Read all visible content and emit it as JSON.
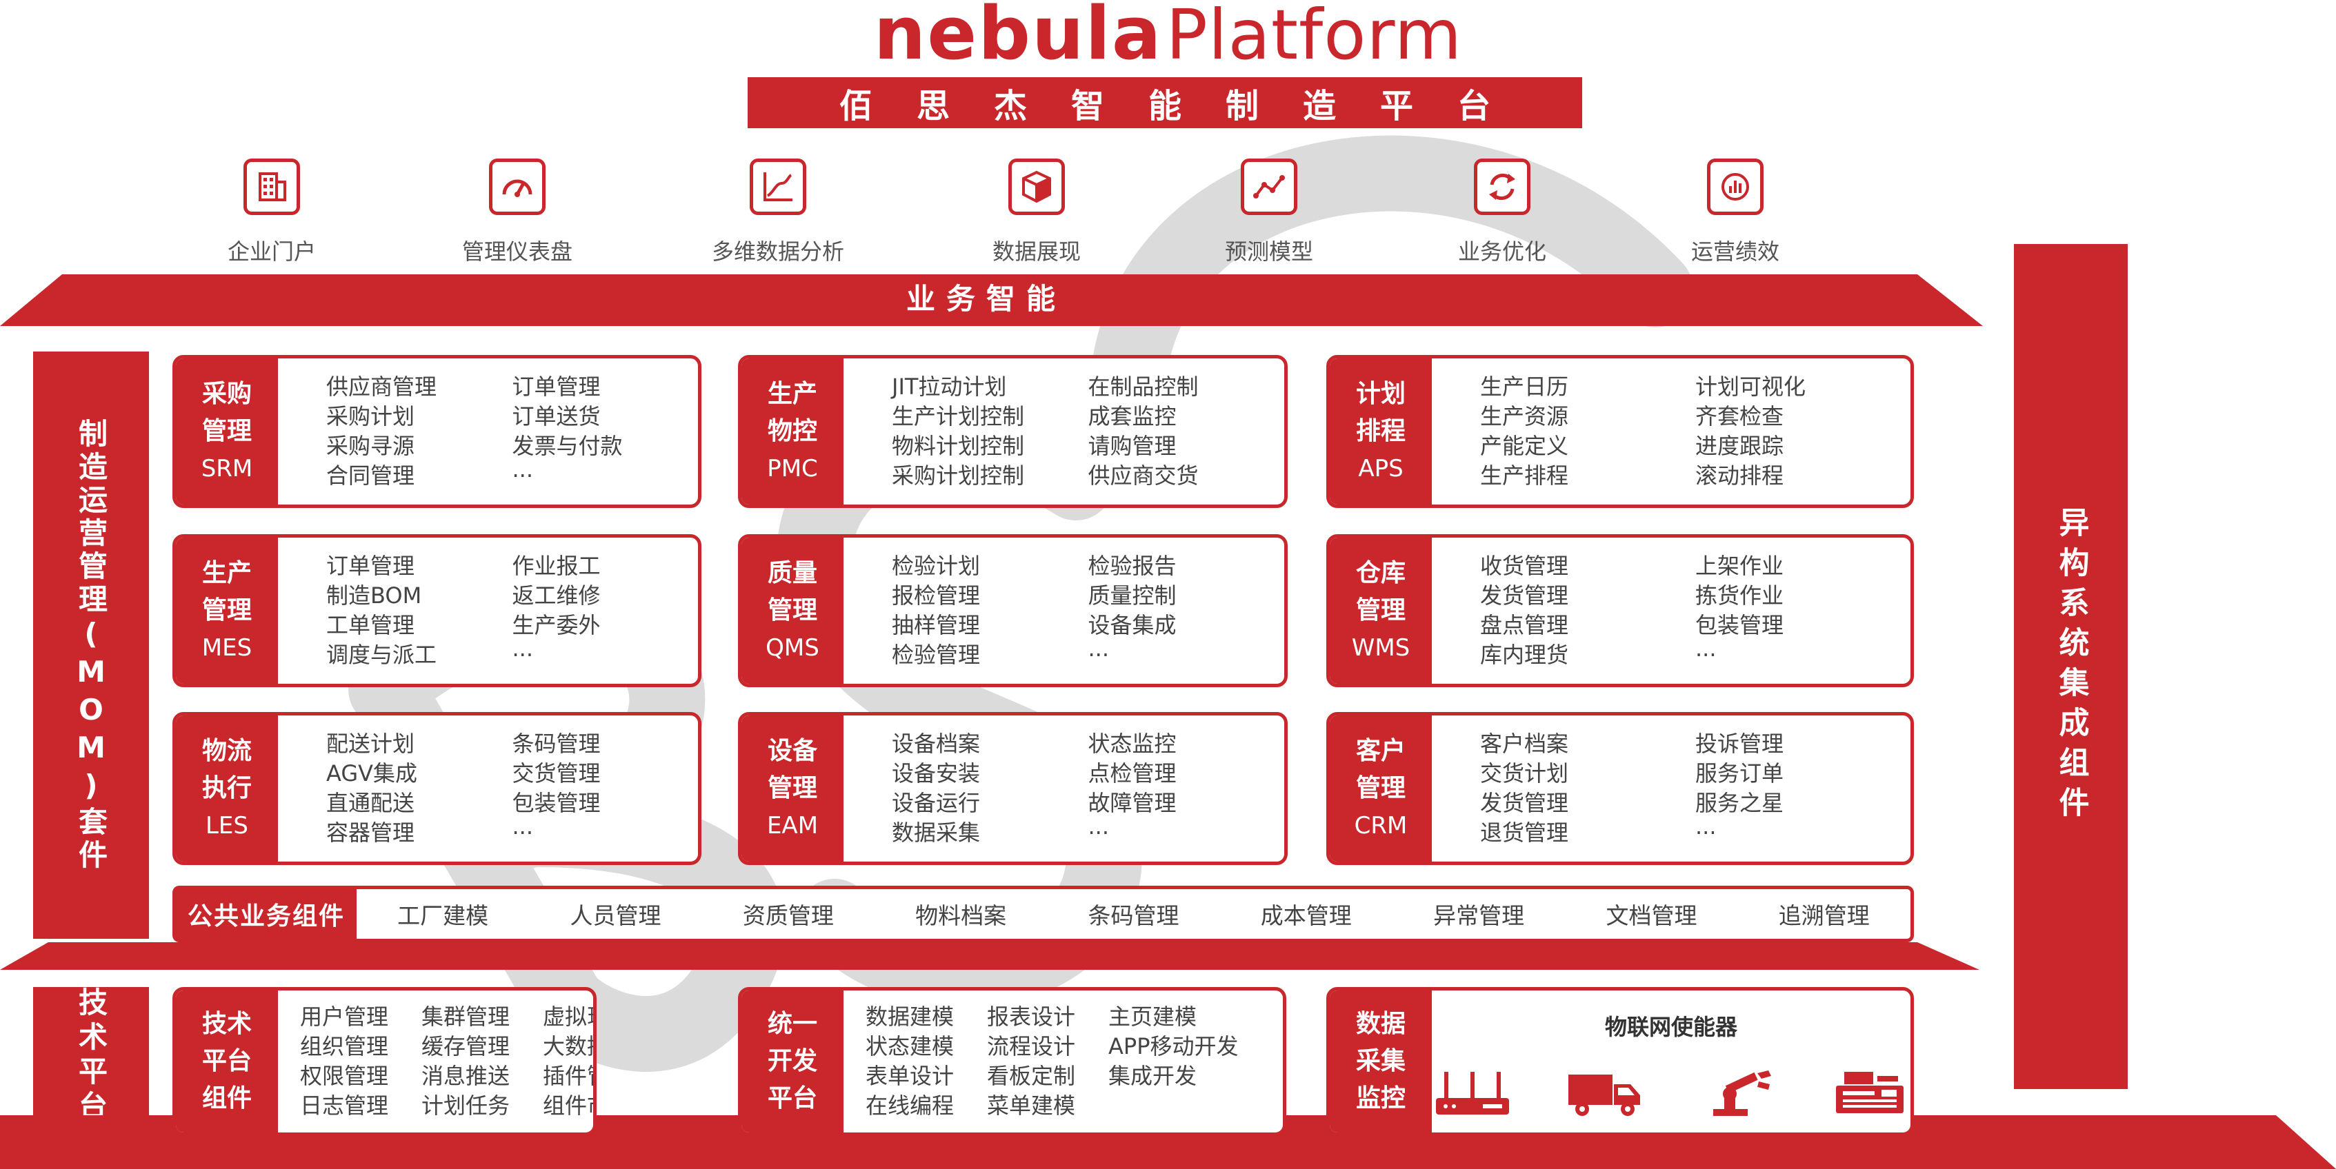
{
  "header": {
    "title_bold": "nebula",
    "title_light": "Platform",
    "subtitle": "佰思杰智能制造平台"
  },
  "bi": {
    "label": "业务智能",
    "items": [
      {
        "label": "企业门户",
        "icon": "building-icon"
      },
      {
        "label": "管理仪表盘",
        "icon": "gauge-icon"
      },
      {
        "label": "多维数据分析",
        "icon": "line-chart-icon"
      },
      {
        "label": "数据展现",
        "icon": "cube-icon"
      },
      {
        "label": "预测模型",
        "icon": "trend-icon"
      },
      {
        "label": "业务优化",
        "icon": "refresh-icon"
      },
      {
        "label": "运营绩效",
        "icon": "bar-circle-icon"
      }
    ]
  },
  "mom": {
    "label": "制造运营管理(MOM)套件"
  },
  "hetero": {
    "label": "异构系统集成组件"
  },
  "modules": [
    {
      "name": "采购\n管理",
      "code": "SRM",
      "items": [
        "供应商管理",
        "订单管理",
        "采购计划",
        "订单送货",
        "采购寻源",
        "发票与付款",
        "合同管理",
        "···"
      ]
    },
    {
      "name": "生产\n物控",
      "code": "PMC",
      "items": [
        "JIT拉动计划",
        "在制品控制",
        "生产计划控制",
        "成套监控",
        "物料计划控制",
        "请购管理",
        "采购计划控制",
        "供应商交货"
      ]
    },
    {
      "name": "计划\n排程",
      "code": "APS",
      "items": [
        "生产日历",
        "计划可视化",
        "生产资源",
        "齐套检查",
        "产能定义",
        "进度跟踪",
        "生产排程",
        "滚动排程"
      ]
    },
    {
      "name": "生产\n管理",
      "code": "MES",
      "items": [
        "订单管理",
        "作业报工",
        "制造BOM",
        "返工维修",
        "工单管理",
        "生产委外",
        "调度与派工",
        "···"
      ]
    },
    {
      "name": "质量\n管理",
      "code": "QMS",
      "items": [
        "检验计划",
        "检验报告",
        "报检管理",
        "质量控制",
        "抽样管理",
        "设备集成",
        "检验管理",
        "···"
      ]
    },
    {
      "name": "仓库\n管理",
      "code": "WMS",
      "items": [
        "收货管理",
        "上架作业",
        "发货管理",
        "拣货作业",
        "盘点管理",
        "包装管理",
        "库内理货",
        "···"
      ]
    },
    {
      "name": "物流\n执行",
      "code": "LES",
      "items": [
        "配送计划",
        "条码管理",
        "AGV集成",
        "交货管理",
        "直通配送",
        "包装管理",
        "容器管理",
        "···"
      ]
    },
    {
      "name": "设备\n管理",
      "code": "EAM",
      "items": [
        "设备档案",
        "状态监控",
        "设备安装",
        "点检管理",
        "设备运行",
        "故障管理",
        "数据采集",
        "···"
      ]
    },
    {
      "name": "客户\n管理",
      "code": "CRM",
      "items": [
        "客户档案",
        "投诉管理",
        "交货计划",
        "服务订单",
        "发货管理",
        "服务之星",
        "退货管理",
        "···"
      ]
    }
  ],
  "public": {
    "title": "公共业务组件",
    "items": [
      "工厂建模",
      "人员管理",
      "资质管理",
      "物料档案",
      "条码管理",
      "成本管理",
      "异常管理",
      "文档管理",
      "追溯管理"
    ]
  },
  "tech": {
    "label": "技术平台",
    "tech_components": {
      "name": "技术\n平台\n组件",
      "items": [
        "用户管理",
        "集群管理",
        "虚拟现实",
        "组织管理",
        "缓存管理",
        "大数据支持",
        "权限管理",
        "消息推送",
        "插件管理",
        "日志管理",
        "计划任务",
        "组件市场"
      ]
    },
    "unified_dev": {
      "name": "统一\n开发\n平台",
      "items": [
        "数据建模",
        "报表设计",
        "主页建模",
        "状态建模",
        "流程设计",
        "APP移动开发",
        "表单设计",
        "看板定制",
        "集成开发",
        "在线编程",
        "菜单建模",
        ""
      ]
    },
    "data_collection": {
      "name": "数据\n采集\n监控",
      "title": "物联网使能器",
      "icons": [
        "router-icon",
        "truck-icon",
        "robot-arm-icon",
        "machine-icon"
      ]
    }
  },
  "colors": {
    "brand_red": "#c9272b",
    "watermark": "#bdbdbd"
  }
}
